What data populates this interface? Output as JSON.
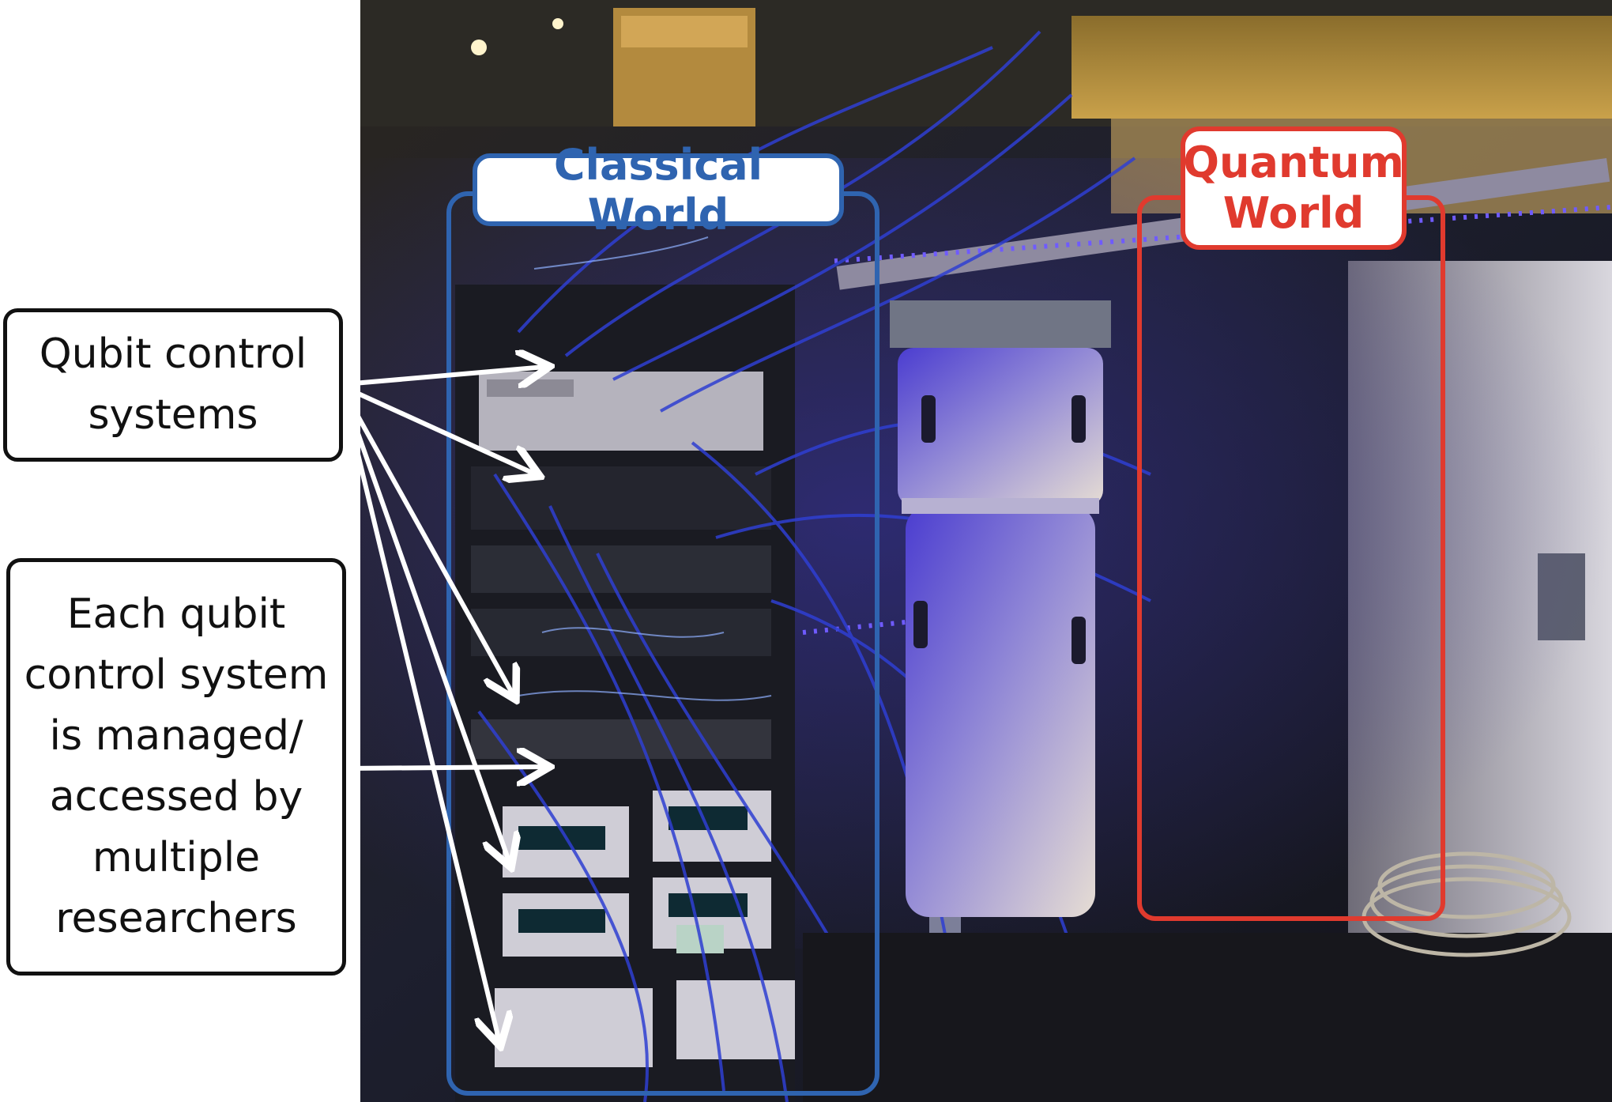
{
  "annotations": {
    "qubit_control": "Qubit control\nsystems",
    "shared_access": "Each qubit\ncontrol system\nis managed/\naccessed by\nmultiple\nresearchers"
  },
  "regions": {
    "classical": "Classical World",
    "quantum": "Quantum\nWorld"
  },
  "colors": {
    "classical_outline": "#2f64b0",
    "quantum_outline": "#e03a2e",
    "arrows": "#ffffff",
    "rack_led": "#6f5bff"
  }
}
